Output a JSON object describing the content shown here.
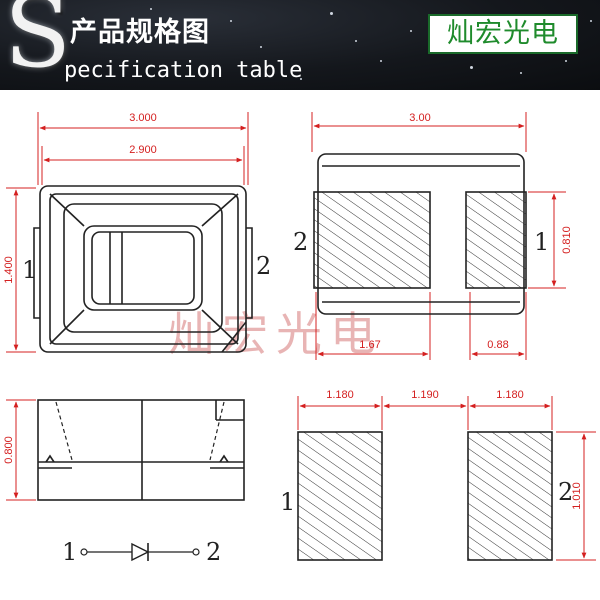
{
  "header": {
    "logo_letter": "S",
    "title_cn": "产品规格图",
    "title_en": "pecification table",
    "brand": "灿宏光电"
  },
  "watermark": "灿宏光电",
  "top_view": {
    "dim_outer_width": "3.000",
    "dim_inner_width": "2.900",
    "dim_height": "1.400",
    "pin_left": "1",
    "pin_right": "2"
  },
  "bottom_view": {
    "dim_width": "3.00",
    "dim_pad_height": "0.810",
    "dim_pad_left_width": "1.67",
    "dim_pad_right_width": "0.88",
    "pin_left": "2",
    "pin_right": "1"
  },
  "side_view": {
    "dim_height": "0.800"
  },
  "footprint": {
    "dim_pad_a": "1.180",
    "dim_gap": "1.190",
    "dim_pad_b": "1.180",
    "dim_height": "1.010",
    "pin_left": "1",
    "pin_right": "2"
  },
  "symbol": {
    "pin_left": "1",
    "pin_right": "2"
  },
  "colors": {
    "dimension": "#d42020",
    "outline": "#222222",
    "brand_text": "#1f8b2c",
    "watermark": "#e8b4b4",
    "header_bg": "#14171c"
  }
}
